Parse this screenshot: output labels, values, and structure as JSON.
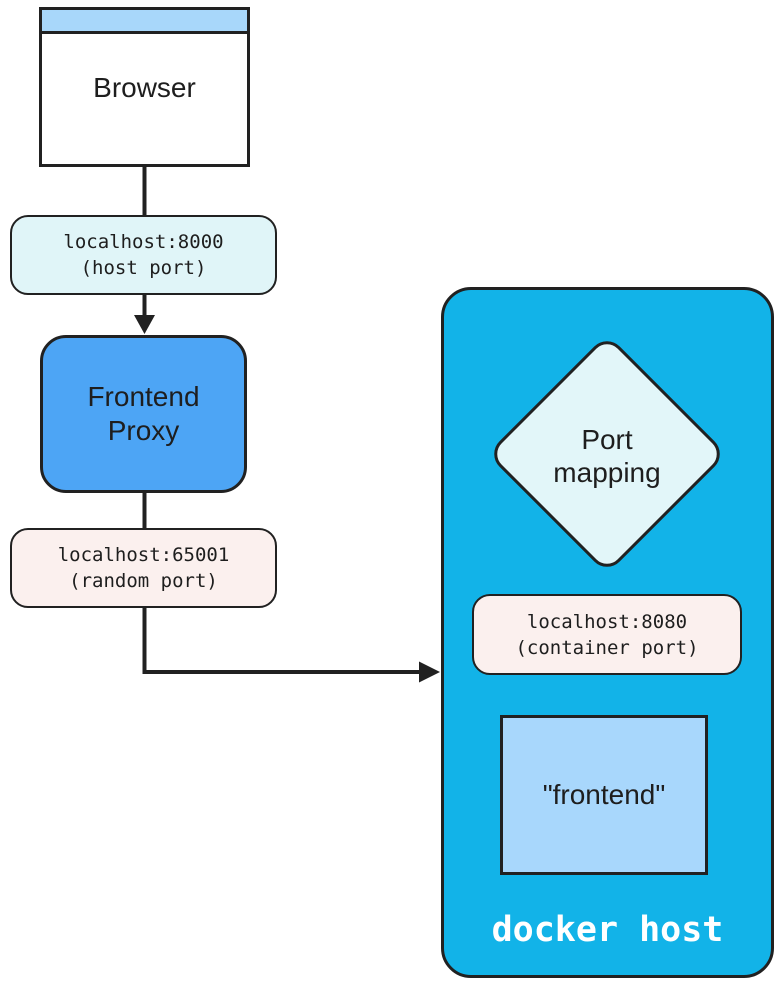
{
  "colors": {
    "ink": "#212121",
    "text_dark": "#1e1e1e",
    "text_light": "#ffffff",
    "browser_header": "#a8d7fa",
    "proxy_fill": "#4da5f5",
    "docker_host_fill": "#12b3e8",
    "cyan_label_fill": "#e0f5f8",
    "diamond_fill": "#e2f6f9",
    "pink_label_fill": "#fbf0ee",
    "container_fill": "#a8d7fc"
  },
  "nodes": {
    "browser": {
      "title": "Browser"
    },
    "host_port": {
      "line1": "localhost:8000",
      "line2": "(host port)"
    },
    "frontend_proxy": {
      "line1": "Frontend",
      "line2": "Proxy"
    },
    "random_port": {
      "line1": "localhost:65001",
      "line2": "(random port)"
    },
    "docker_host": {
      "caption": "docker host"
    },
    "port_mapping": {
      "line1": "Port",
      "line2": "mapping"
    },
    "container_port": {
      "line1": "localhost:8080",
      "line2": "(container port)"
    },
    "frontend_container": {
      "label": "\"frontend\""
    }
  }
}
